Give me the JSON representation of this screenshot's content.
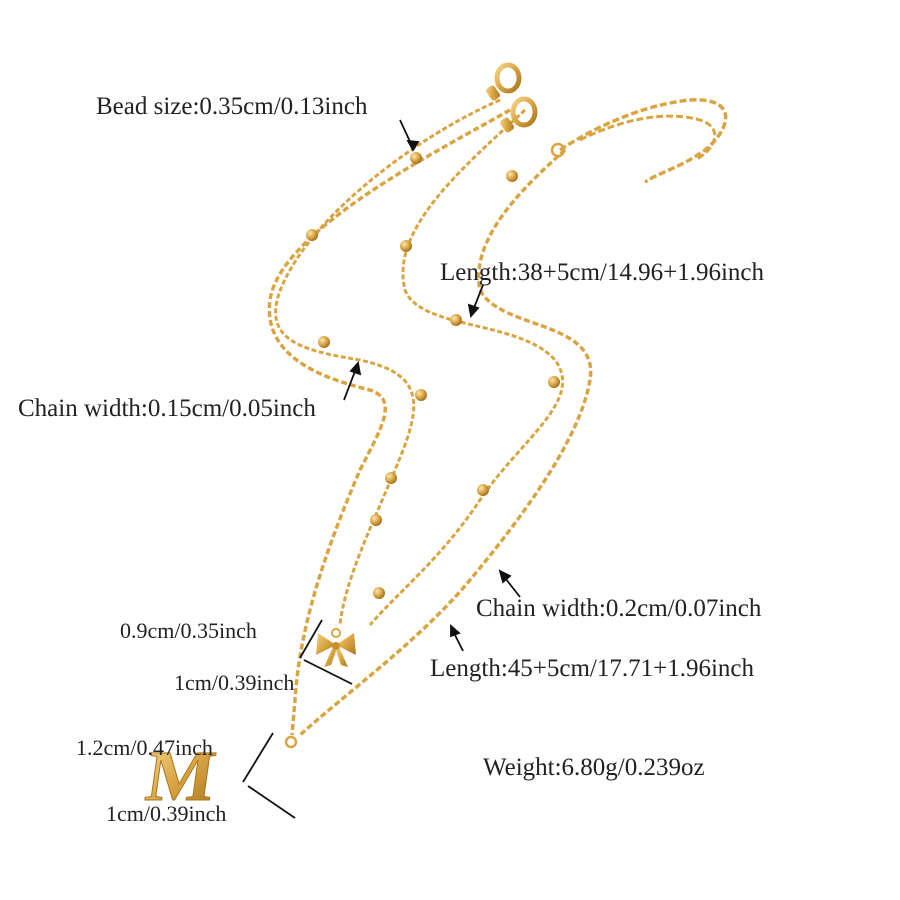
{
  "product": {
    "bead_size": "Bead size:0.35cm/0.13inch",
    "length_short": "Length:38+5cm/14.96+1.96inch",
    "chain_width_thin": "Chain width:0.15cm/0.05inch",
    "chain_width_thick": "Chain width:0.2cm/0.07inch",
    "length_long": "Length:45+5cm/17.71+1.96inch",
    "weight": "Weight:6.80g/0.239oz"
  },
  "pendants": {
    "bow": {
      "height": "0.9cm/0.35inch",
      "width": "1cm/0.39inch"
    },
    "letter": {
      "glyph": "M",
      "height": "1.2cm/0.47inch",
      "width": "1cm/0.39inch"
    }
  },
  "colors": {
    "gold": "#d9a543",
    "gold_light": "#f1cf7f",
    "gold_dark": "#a9761f",
    "text": "#222222",
    "background": "#ffffff"
  }
}
